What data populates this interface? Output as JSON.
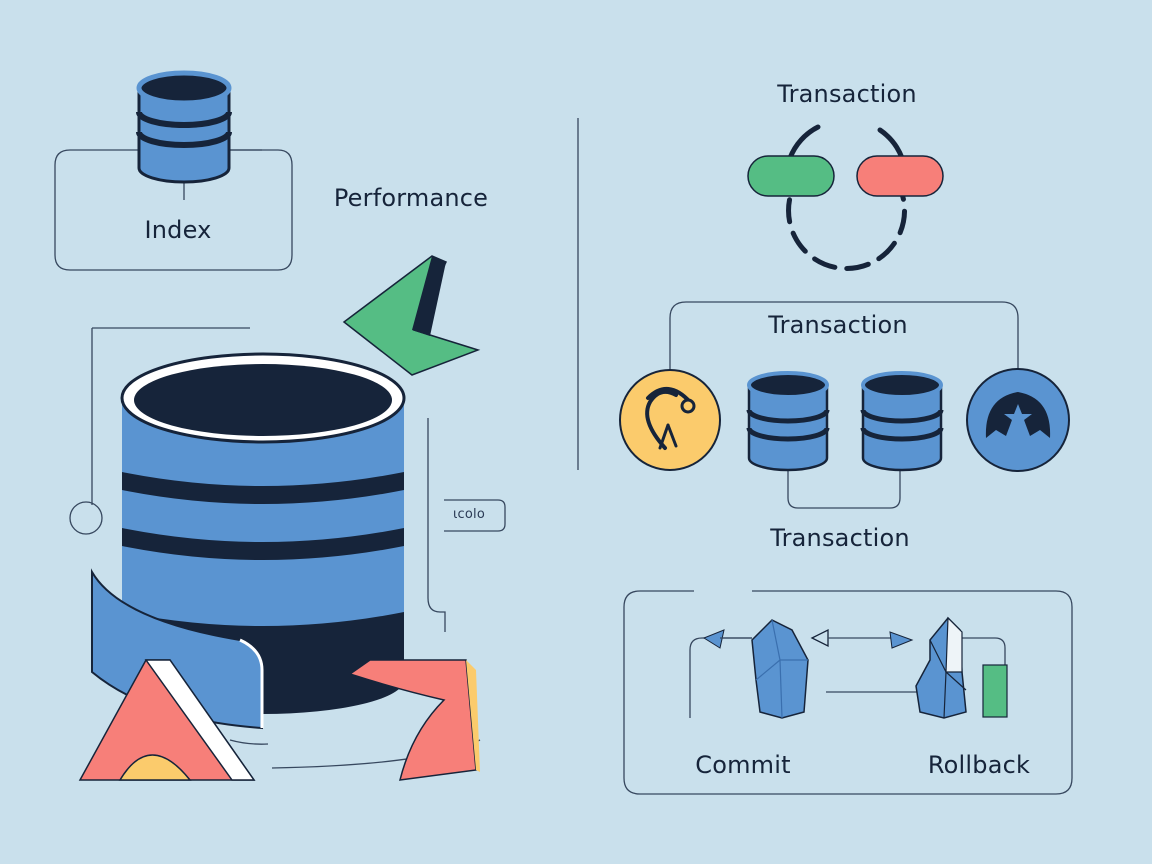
{
  "labels": {
    "index": "Index",
    "performance": "Performance",
    "tag": "ιcolo",
    "transaction_top": "Transaction",
    "transaction_mid": "Transaction",
    "transaction_low": "Transaction",
    "commit": "Commit",
    "rollback": "Rollback"
  },
  "colors": {
    "background": "#c9e0ec",
    "db_blue": "#5a94d1",
    "navy": "#16243a",
    "green": "#55bd84",
    "coral": "#f77f79",
    "yellow": "#fbcb6c",
    "line": "#37485f"
  },
  "icons": [
    "database-icon",
    "bolt-icon",
    "transaction-cycle-icon",
    "key-icon",
    "lock-icon",
    "arrow-left-icon",
    "arrow-right-icon",
    "crystal-icon"
  ]
}
